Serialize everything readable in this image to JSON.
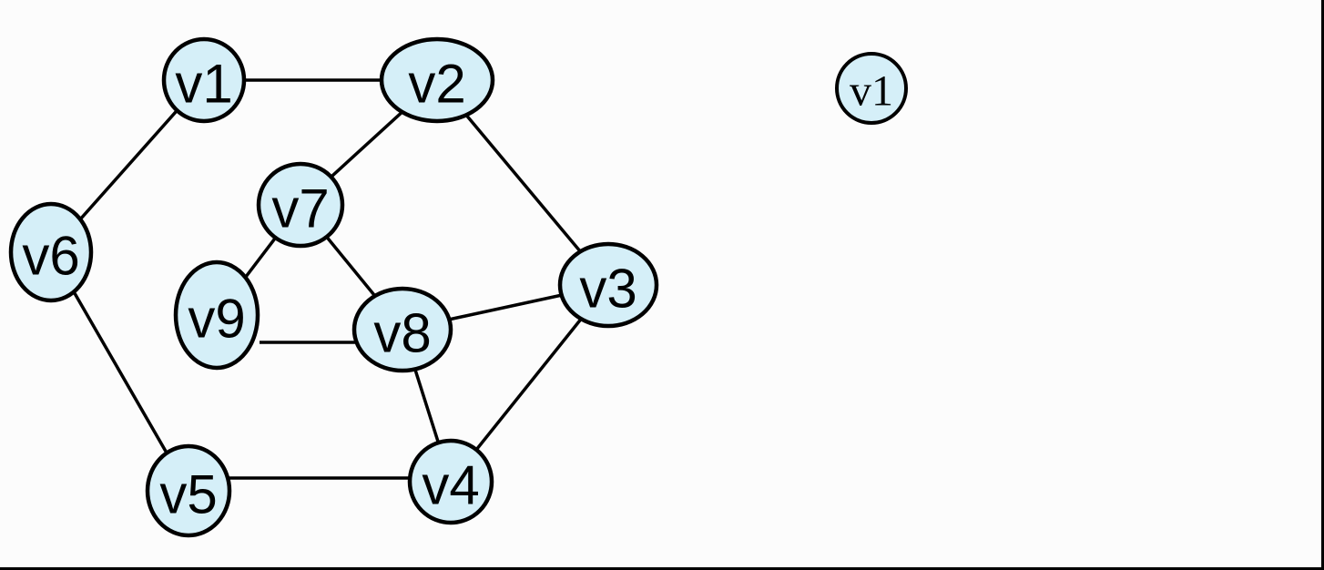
{
  "graph": {
    "nodes": [
      {
        "id": "v1",
        "label": "v1"
      },
      {
        "id": "v2",
        "label": "v2"
      },
      {
        "id": "v3",
        "label": "v3"
      },
      {
        "id": "v4",
        "label": "v4"
      },
      {
        "id": "v5",
        "label": "v5"
      },
      {
        "id": "v6",
        "label": "v6"
      },
      {
        "id": "v7",
        "label": "v7"
      },
      {
        "id": "v8",
        "label": "v8"
      },
      {
        "id": "v9",
        "label": "v9"
      }
    ],
    "edges": [
      [
        "v1",
        "v2"
      ],
      [
        "v1",
        "v6"
      ],
      [
        "v2",
        "v7"
      ],
      [
        "v2",
        "v3"
      ],
      [
        "v7",
        "v9"
      ],
      [
        "v7",
        "v8"
      ],
      [
        "v9",
        "v8"
      ],
      [
        "v8",
        "v3"
      ],
      [
        "v8",
        "v4"
      ],
      [
        "v3",
        "v4"
      ],
      [
        "v6",
        "v5"
      ],
      [
        "v5",
        "v4"
      ]
    ],
    "node_fill": "#d5eff8",
    "stroke_color": "#000000"
  },
  "traversal": {
    "sequence": [
      "v1"
    ]
  }
}
